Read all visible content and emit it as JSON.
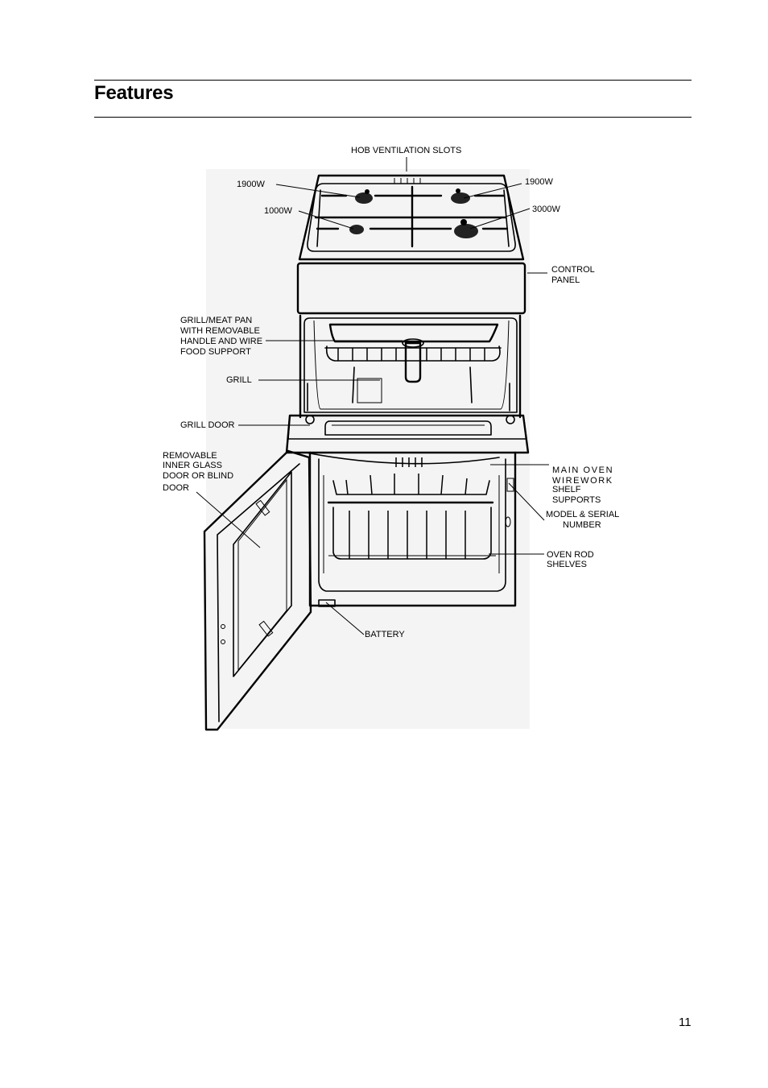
{
  "page": {
    "title": "Features",
    "page_number": "11"
  },
  "figure": {
    "labels": {
      "hob_ventilation": "HOB VENTILATION SLOTS",
      "burner_rear_left": "1900W",
      "burner_front_left": "1000W",
      "burner_rear_right": "1900W",
      "burner_front_right": "3000W",
      "control_panel": [
        "CONTROL",
        "PANEL"
      ],
      "grill_pan": [
        "GRILL/MEAT PAN",
        "WITH REMOVABLE",
        "HANDLE AND WIRE",
        "FOOD SUPPORT"
      ],
      "grill": "GRILL",
      "grill_door": "GRILL DOOR",
      "inner_glass": [
        "REMOVABLE",
        "INNER GLASS",
        "DOOR OR BLIND",
        "DOOR"
      ],
      "main_oven_supports": [
        "MAIN OVEN",
        "WIREWORK",
        "SHELF",
        "SUPPORTS"
      ],
      "model_serial": [
        "MODEL & SERIAL",
        "NUMBER"
      ],
      "oven_rod_shelves": [
        "OVEN ROD",
        "SHELVES"
      ],
      "battery": "BATTERY"
    }
  }
}
